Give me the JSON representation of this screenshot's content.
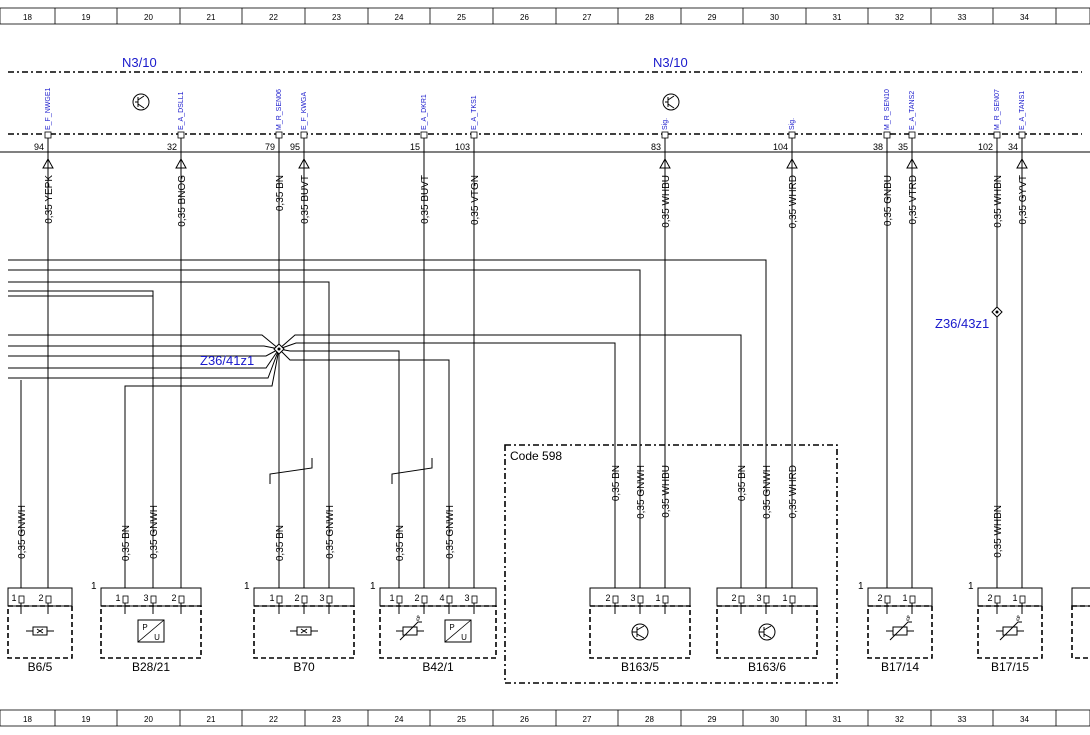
{
  "grid_columns": [
    "18",
    "19",
    "20",
    "21",
    "22",
    "23",
    "24",
    "25",
    "26",
    "27",
    "28",
    "29",
    "30",
    "31",
    "32",
    "33",
    "34"
  ],
  "units": [
    {
      "label": "N3/10"
    },
    {
      "label": "N3/10"
    }
  ],
  "connector_pins": [
    {
      "signal": "E_F_NWGE1",
      "pin": "94",
      "wire": "0,35 YEPK"
    },
    {
      "signal": "E_A_DSLL1",
      "pin": "32",
      "wire": "0,35 BNOG"
    },
    {
      "signal": "M_R_SEN06",
      "pin": "79",
      "wire": "0,35 BN"
    },
    {
      "signal": "E_F_KWGA",
      "pin": "95",
      "wire": "0,35 BUVT"
    },
    {
      "signal": "E_A_DKR1",
      "pin": "15",
      "wire": "0,35 BUVT"
    },
    {
      "signal": "E_A_TKS1",
      "pin": "103",
      "wire": "0,35 VTGN"
    },
    {
      "signal": "Sig.",
      "pin": "83",
      "wire": "0,35 WHBU"
    },
    {
      "signal": "Sig.",
      "pin": "104",
      "wire": "0,35 WHRD"
    },
    {
      "signal": "M_R_SEN10",
      "pin": "38",
      "wire": "0,35 GNBU"
    },
    {
      "signal": "E_A_TANS2",
      "pin": "35",
      "wire": "0,35 VTRD"
    },
    {
      "signal": "M_R_SEN07",
      "pin": "102",
      "wire": "0,35 WHBN"
    },
    {
      "signal": "E_A_TANS1",
      "pin": "34",
      "wire": "0,35 GYVT"
    }
  ],
  "splices": [
    {
      "label": "Z36/41z1"
    },
    {
      "label": "Z36/43z1"
    }
  ],
  "option_code": "Code 598",
  "lower_wires": [
    "0,35 GNWH",
    "0,35 BN",
    "0,35 GNWH",
    "0,35 BN",
    "0,35 GNWH",
    "0,35 BN",
    "0,35 GNWH",
    "0,35 BN",
    "0,35 GNWH",
    "0,35 WHBU",
    "0,35 BN",
    "0,35 GNWH",
    "0,35 WHRD",
    "0,35 WHBN"
  ],
  "components": [
    {
      "label": "B6/5",
      "pins": [
        "1",
        "2"
      ]
    },
    {
      "label": "B28/21",
      "index": "1",
      "pins": [
        "1",
        "3",
        "2"
      ]
    },
    {
      "label": "B70",
      "index": "1",
      "pins": [
        "1",
        "2",
        "3"
      ]
    },
    {
      "label": "B42/1",
      "index": "1",
      "pins": [
        "1",
        "2",
        "4",
        "3"
      ]
    },
    {
      "label": "B163/5",
      "pins": [
        "2",
        "3",
        "1"
      ]
    },
    {
      "label": "B163/6",
      "pins": [
        "2",
        "3",
        "1"
      ]
    },
    {
      "label": "B17/14",
      "index": "1",
      "pins": [
        "2",
        "1"
      ]
    },
    {
      "label": "B17/15",
      "index": "1",
      "pins": [
        "2",
        "1"
      ]
    }
  ],
  "symbols": {
    "theta": "ϑ",
    "pu_p": "P",
    "pu_u": "U"
  }
}
